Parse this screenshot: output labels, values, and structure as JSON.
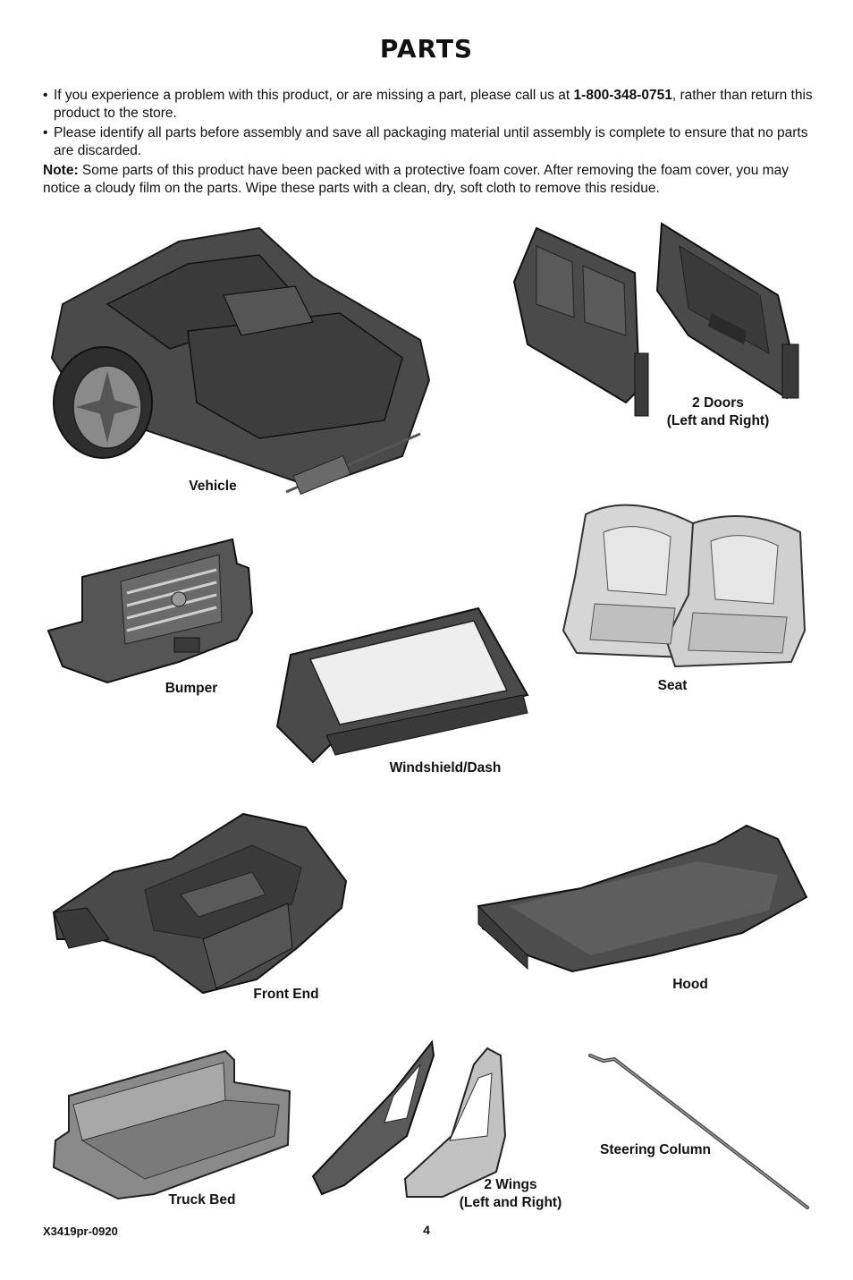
{
  "title": "PARTS",
  "bullets": [
    {
      "before": "If you experience a problem with this product, or are missing a part, please call us at ",
      "phone": "1-800-348-0751",
      "after": ", rather than return this product to the store."
    },
    {
      "text": "Please identify all parts before assembly and save all packaging material until assembly is complete to ensure that no parts are discarded."
    }
  ],
  "note": {
    "label": "Note:",
    "text": " Some parts of this product have been packed with a protective foam cover. After removing the foam cover, you may notice a cloudy film on the parts. Wipe these parts with a clean, dry, soft cloth to remove this residue."
  },
  "bullet_symbol": "•",
  "parts": {
    "vehicle": "Vehicle",
    "doors_line1": "2 Doors",
    "doors_line2": "(Left and Right)",
    "bumper": "Bumper",
    "seat": "Seat",
    "windshield": "Windshield/Dash",
    "front_end": "Front End",
    "hood": "Hood",
    "truck_bed": "Truck Bed",
    "wings_line1": "2 Wings",
    "wings_line2": "(Left and Right)",
    "steering": "Steering Column"
  },
  "footer": {
    "code": "X3419pr-0920",
    "page": "4"
  }
}
